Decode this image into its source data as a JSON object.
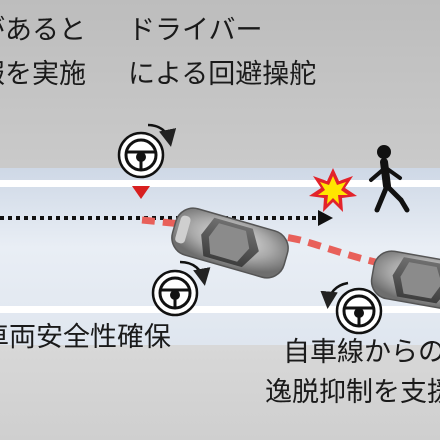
{
  "labels": {
    "warning_line1": "があると",
    "warning_line2": "報を実施",
    "driver_line1": "ドライバー",
    "driver_line2": "による回避操舵",
    "safety": "車両安全性確保",
    "lane_line1": "自車線からの",
    "lane_line2": "逸脱抑制を支援"
  },
  "icons": {
    "steering_wheel": "steering-wheel-icon",
    "rotation_arrow": "curved-arrow-icon",
    "pedestrian": "pedestrian-icon",
    "impact": "impact-burst-icon",
    "marker": "triangle-marker-icon"
  },
  "colors": {
    "path_red": "#e8605a",
    "marker_red": "#d81f1f",
    "burst_yellow": "#ffe600",
    "burst_red": "#e3232a",
    "road": "#e3e9f1",
    "lane": "#ffffff"
  }
}
